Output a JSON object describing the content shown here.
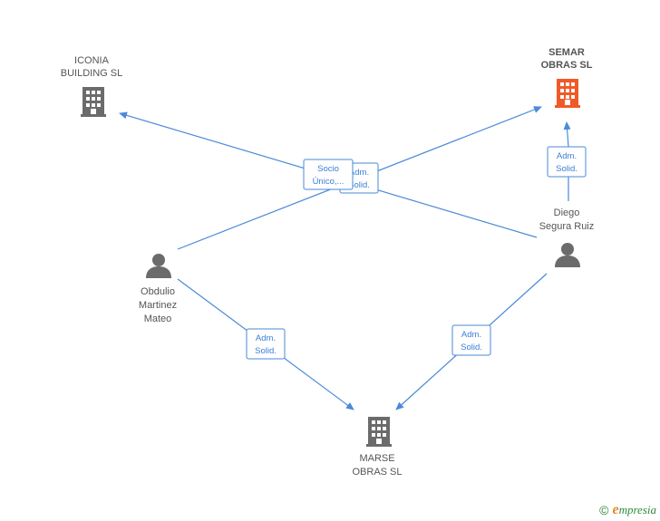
{
  "nodes": {
    "iconia": {
      "type": "company",
      "label_lines": [
        "ICONIA",
        "BUILDING SL"
      ],
      "color": "#6b6b6b",
      "highlight": false
    },
    "semar": {
      "type": "company",
      "label_lines": [
        "SEMAR",
        "OBRAS SL"
      ],
      "color": "#f05a28",
      "highlight": true
    },
    "marse": {
      "type": "company",
      "label_lines": [
        "MARSE",
        "OBRAS SL"
      ],
      "color": "#6b6b6b",
      "highlight": false
    },
    "obdulio": {
      "type": "person",
      "label_lines": [
        "Obdulio",
        "Martinez",
        "Mateo"
      ],
      "color": "#6b6b6b",
      "highlight": false
    },
    "diego": {
      "type": "person",
      "label_lines": [
        "Diego",
        "Segura Ruiz"
      ],
      "color": "#6b6b6b",
      "highlight": false
    }
  },
  "edges": {
    "diego_iconia": {
      "label_lines": [
        "Socio",
        "Único,..."
      ]
    },
    "obdulio_semar": {
      "label_lines": [
        "Adm.",
        "Solid."
      ]
    },
    "diego_semar": {
      "label_lines": [
        "Adm.",
        "Solid."
      ]
    },
    "obdulio_marse": {
      "label_lines": [
        "Adm.",
        "Solid."
      ]
    },
    "diego_marse": {
      "label_lines": [
        "Adm.",
        "Solid."
      ]
    }
  },
  "colors": {
    "edge": "#4a8ad8",
    "company": "#6b6b6b",
    "company_highlight": "#f05a28",
    "person": "#6b6b6b"
  },
  "footer": {
    "copyright_symbol": "©",
    "brand_first": "e",
    "brand_rest": "mpresia"
  }
}
